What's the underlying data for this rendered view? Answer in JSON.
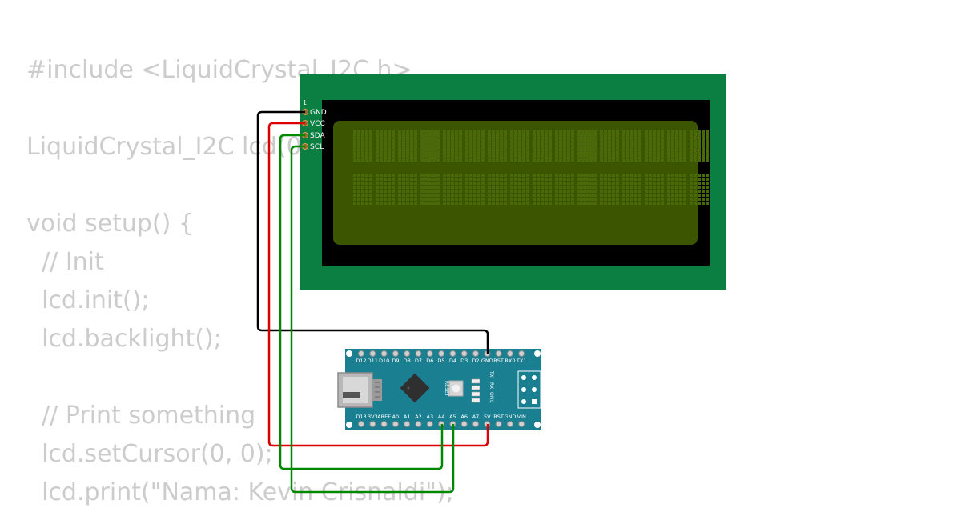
{
  "code": {
    "lines": [
      "#include <LiquidCrystal_I2C.h>",
      "",
      "LiquidCrystal_I2C lcd(0x27, 16, 2);",
      "",
      "void setup() {",
      "  // Init",
      "  lcd.init();",
      "  lcd.backlight();",
      "",
      "  // Print something",
      "  lcd.setCursor(0, 0);",
      "  lcd.print(\"Nama: Kevin Crisnaldi\");"
    ]
  },
  "lcd": {
    "pin_one_marker": "1",
    "pins": [
      "GND",
      "VCC",
      "SDA",
      "SCL"
    ],
    "colors": {
      "pcb": "#0b7e42",
      "bezel": "#000000",
      "screen": "#3c5500",
      "pixel": "#4a6a0a"
    }
  },
  "nano": {
    "top_pins": [
      "D12",
      "D11",
      "D10",
      "D9",
      "D8",
      "D7",
      "D6",
      "D5",
      "D4",
      "D3",
      "D2",
      "GND",
      "RST",
      "RX0",
      "TX1"
    ],
    "bottom_pins": [
      "D13",
      "3V3",
      "AREF",
      "A0",
      "A1",
      "A2",
      "A3",
      "A4",
      "A5",
      "A6",
      "A7",
      "5V",
      "RST",
      "GND",
      "VIN"
    ],
    "reset_label": "RESET",
    "led_labels": [
      "TX",
      "RX",
      "ON",
      "L"
    ],
    "colors": {
      "board": "#1a7f91"
    }
  },
  "wires": {
    "colors": {
      "gnd": "#000000",
      "vcc": "#dd0000",
      "sda": "#008800",
      "scl": "#008800"
    }
  }
}
